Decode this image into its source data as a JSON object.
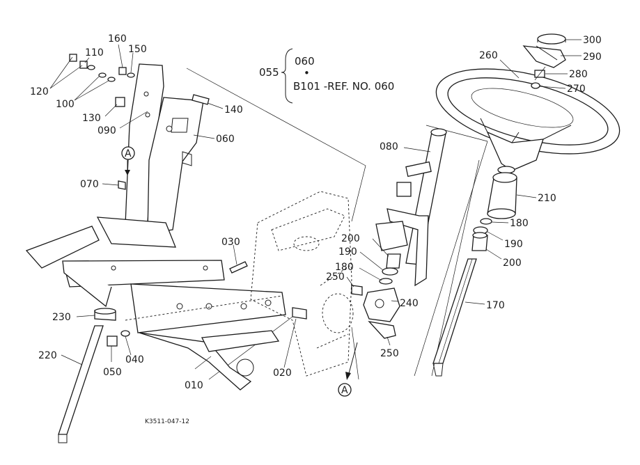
{
  "figure_code": "K3511-047-12",
  "reference": {
    "group_label": "055",
    "top": "060",
    "dot": "•",
    "bottom": "B101 -REF. NO. 060"
  },
  "view_marker": "A",
  "parts": [
    {
      "id": "p300",
      "text": "300"
    },
    {
      "id": "p290",
      "text": "290"
    },
    {
      "id": "p280",
      "text": "280"
    },
    {
      "id": "p270",
      "text": "270"
    },
    {
      "id": "p260",
      "text": "260"
    },
    {
      "id": "p210",
      "text": "210"
    },
    {
      "id": "p180r",
      "text": "180"
    },
    {
      "id": "p190r",
      "text": "190"
    },
    {
      "id": "p200r",
      "text": "200"
    },
    {
      "id": "p170",
      "text": "170"
    },
    {
      "id": "p080",
      "text": "080"
    },
    {
      "id": "p200m",
      "text": "200"
    },
    {
      "id": "p190m",
      "text": "190"
    },
    {
      "id": "p180m",
      "text": "180"
    },
    {
      "id": "p250a",
      "text": "250"
    },
    {
      "id": "p240",
      "text": "240"
    },
    {
      "id": "p250b",
      "text": "250"
    },
    {
      "id": "p160",
      "text": "160"
    },
    {
      "id": "p150",
      "text": "150"
    },
    {
      "id": "p110",
      "text": "110"
    },
    {
      "id": "p120",
      "text": "120"
    },
    {
      "id": "p100",
      "text": "100"
    },
    {
      "id": "p130",
      "text": "130"
    },
    {
      "id": "p090",
      "text": "090"
    },
    {
      "id": "p140",
      "text": "140"
    },
    {
      "id": "p060",
      "text": "060"
    },
    {
      "id": "p070",
      "text": "070"
    },
    {
      "id": "p030",
      "text": "030"
    },
    {
      "id": "p230",
      "text": "230"
    },
    {
      "id": "p220",
      "text": "220"
    },
    {
      "id": "p050",
      "text": "050"
    },
    {
      "id": "p040",
      "text": "040"
    },
    {
      "id": "p010",
      "text": "010"
    },
    {
      "id": "p020",
      "text": "020"
    }
  ]
}
